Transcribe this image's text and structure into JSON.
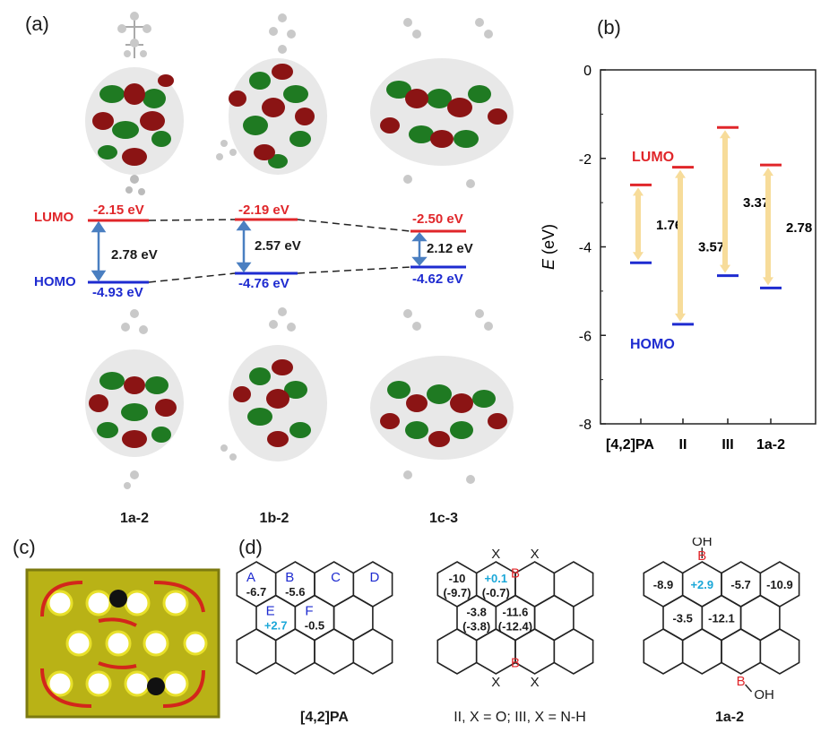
{
  "panel_labels": {
    "a": "(a)",
    "b": "(b)",
    "c": "(c)",
    "d": "(d)"
  },
  "panel_a": {
    "lumo_label": "LUMO",
    "homo_label": "HOMO",
    "molecules": [
      {
        "name": "1a-2",
        "lumo": "-2.15 eV",
        "homo": "-4.93 eV",
        "gap": "2.78 eV"
      },
      {
        "name": "1b-2",
        "lumo": "-2.19 eV",
        "homo": "-4.76 eV",
        "gap": "2.57 eV"
      },
      {
        "name": "1c-3",
        "lumo": "-2.50 eV",
        "homo": "-4.62 eV",
        "gap": "2.12 eV"
      }
    ]
  },
  "chart_data": {
    "type": "energy-level",
    "ylabel": "E (eV)",
    "ylim": [
      -8,
      0
    ],
    "yticks": [
      "0",
      "-2",
      "-4",
      "-6",
      "-8"
    ],
    "categories": [
      "[4,2]PA",
      "II",
      "III",
      "1a-2"
    ],
    "lumo": [
      -2.6,
      -2.2,
      -1.3,
      -2.15
    ],
    "homo": [
      -4.36,
      -5.75,
      -4.65,
      -4.93
    ],
    "gaps": [
      "1.76",
      "3.57",
      "3.37",
      "2.78"
    ],
    "lumo_label": "LUMO",
    "homo_label": "HOMO",
    "colors": {
      "lumo": "#e0262a",
      "homo": "#1e2bd0",
      "arrow": "#f7dc9a"
    }
  },
  "panel_d": {
    "pa": {
      "letters": [
        "A",
        "B",
        "C",
        "D",
        "E",
        "F"
      ],
      "values": [
        "-6.7",
        "-5.6",
        "+2.7",
        "-0.5"
      ],
      "caption": "[4,2]PA"
    },
    "ii_iii": {
      "values": [
        "-10",
        "(-9.7)",
        "+0.1",
        "(-0.7)",
        "-3.8",
        "(-3.8)",
        "-11.6",
        "(-12.4)"
      ],
      "atoms": {
        "x": "X",
        "b": "B"
      },
      "caption": "II, X = O; III, X = N-H"
    },
    "a12": {
      "values": [
        "-8.9",
        "+2.9",
        "-5.7",
        "-10.9",
        "-3.5",
        "-12.1"
      ],
      "atoms": {
        "oh": "OH",
        "b": "B"
      },
      "caption": "1a-2"
    },
    "colors": {
      "blue": "#1e2bd0",
      "cyan": "#1aa7d8",
      "boron": "#e0262a"
    }
  }
}
